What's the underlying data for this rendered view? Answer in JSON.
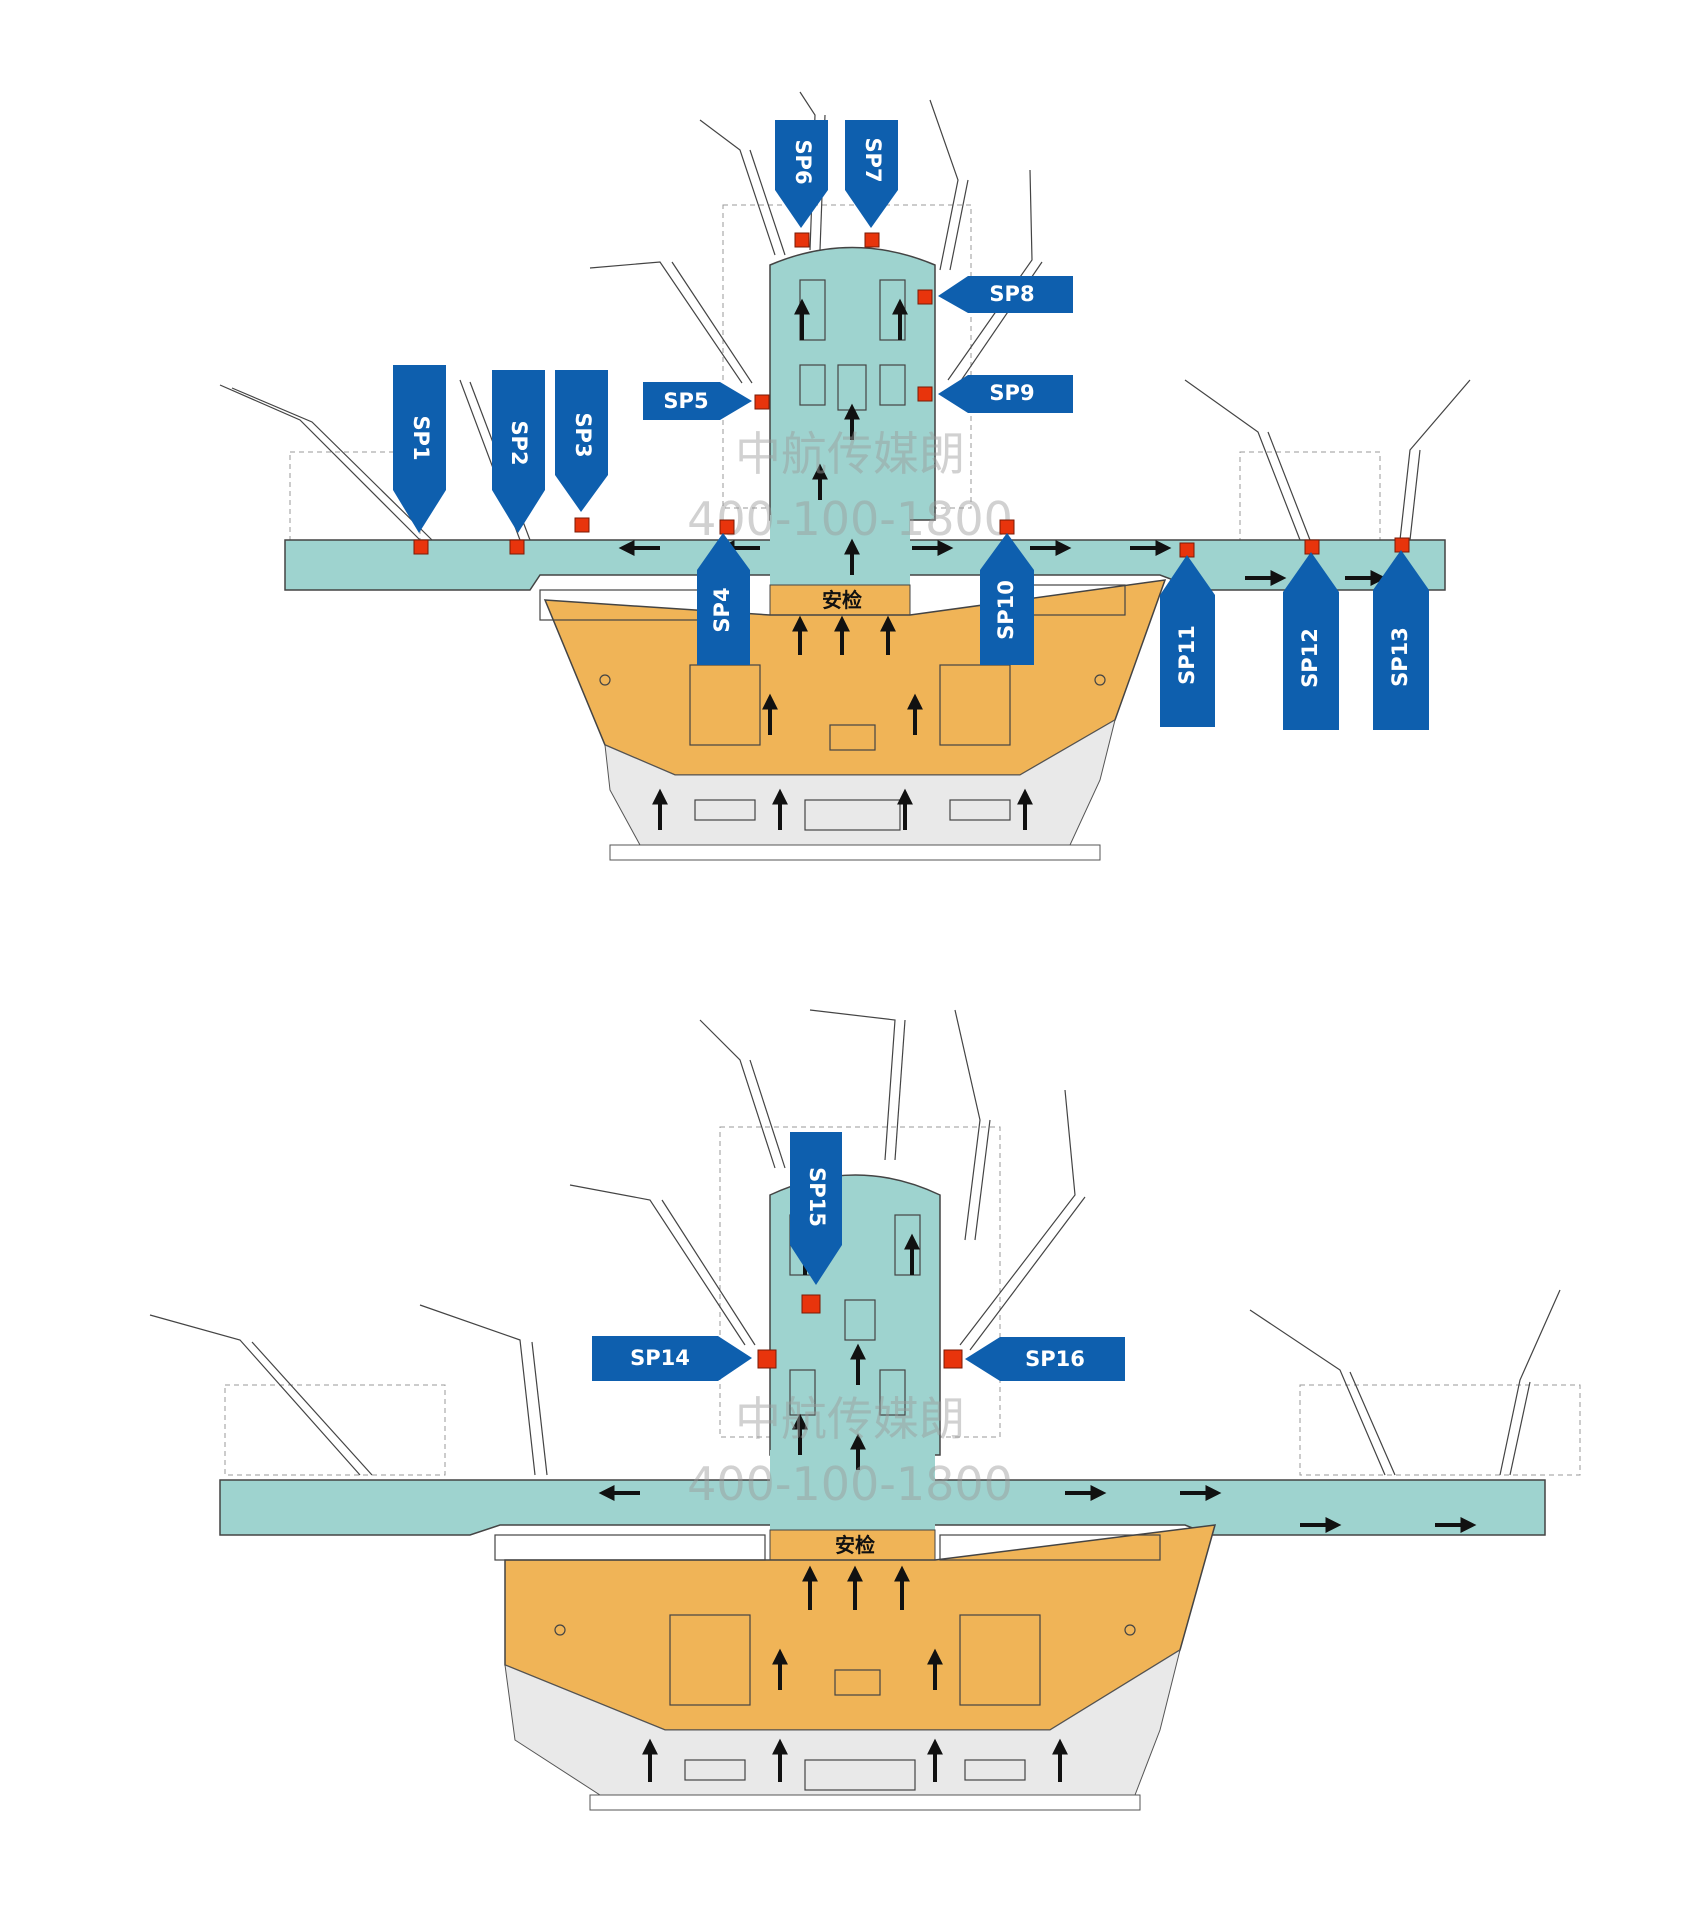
{
  "colors": {
    "airside": "#9ed3cf",
    "landside": "#f0b457",
    "marker_fill": "#0e5fae",
    "point": "#e8340c",
    "arrow": "#111111",
    "line": "#444444"
  },
  "security_label": "安检",
  "watermark": {
    "line1": "中航传媒朗",
    "line2": "400-100-1800"
  },
  "plan_top": {
    "markers": [
      {
        "id": "SP1",
        "label": "SP1"
      },
      {
        "id": "SP2",
        "label": "SP2"
      },
      {
        "id": "SP3",
        "label": "SP3"
      },
      {
        "id": "SP4",
        "label": "SP4"
      },
      {
        "id": "SP5",
        "label": "SP5"
      },
      {
        "id": "SP6",
        "label": "SP6"
      },
      {
        "id": "SP7",
        "label": "SP7"
      },
      {
        "id": "SP8",
        "label": "SP8"
      },
      {
        "id": "SP9",
        "label": "SP9"
      },
      {
        "id": "SP10",
        "label": "SP10"
      },
      {
        "id": "SP11",
        "label": "SP11"
      },
      {
        "id": "SP12",
        "label": "SP12"
      },
      {
        "id": "SP13",
        "label": "SP13"
      }
    ]
  },
  "plan_bottom": {
    "markers": [
      {
        "id": "SP14",
        "label": "SP14"
      },
      {
        "id": "SP15",
        "label": "SP15"
      },
      {
        "id": "SP16",
        "label": "SP16"
      }
    ]
  }
}
